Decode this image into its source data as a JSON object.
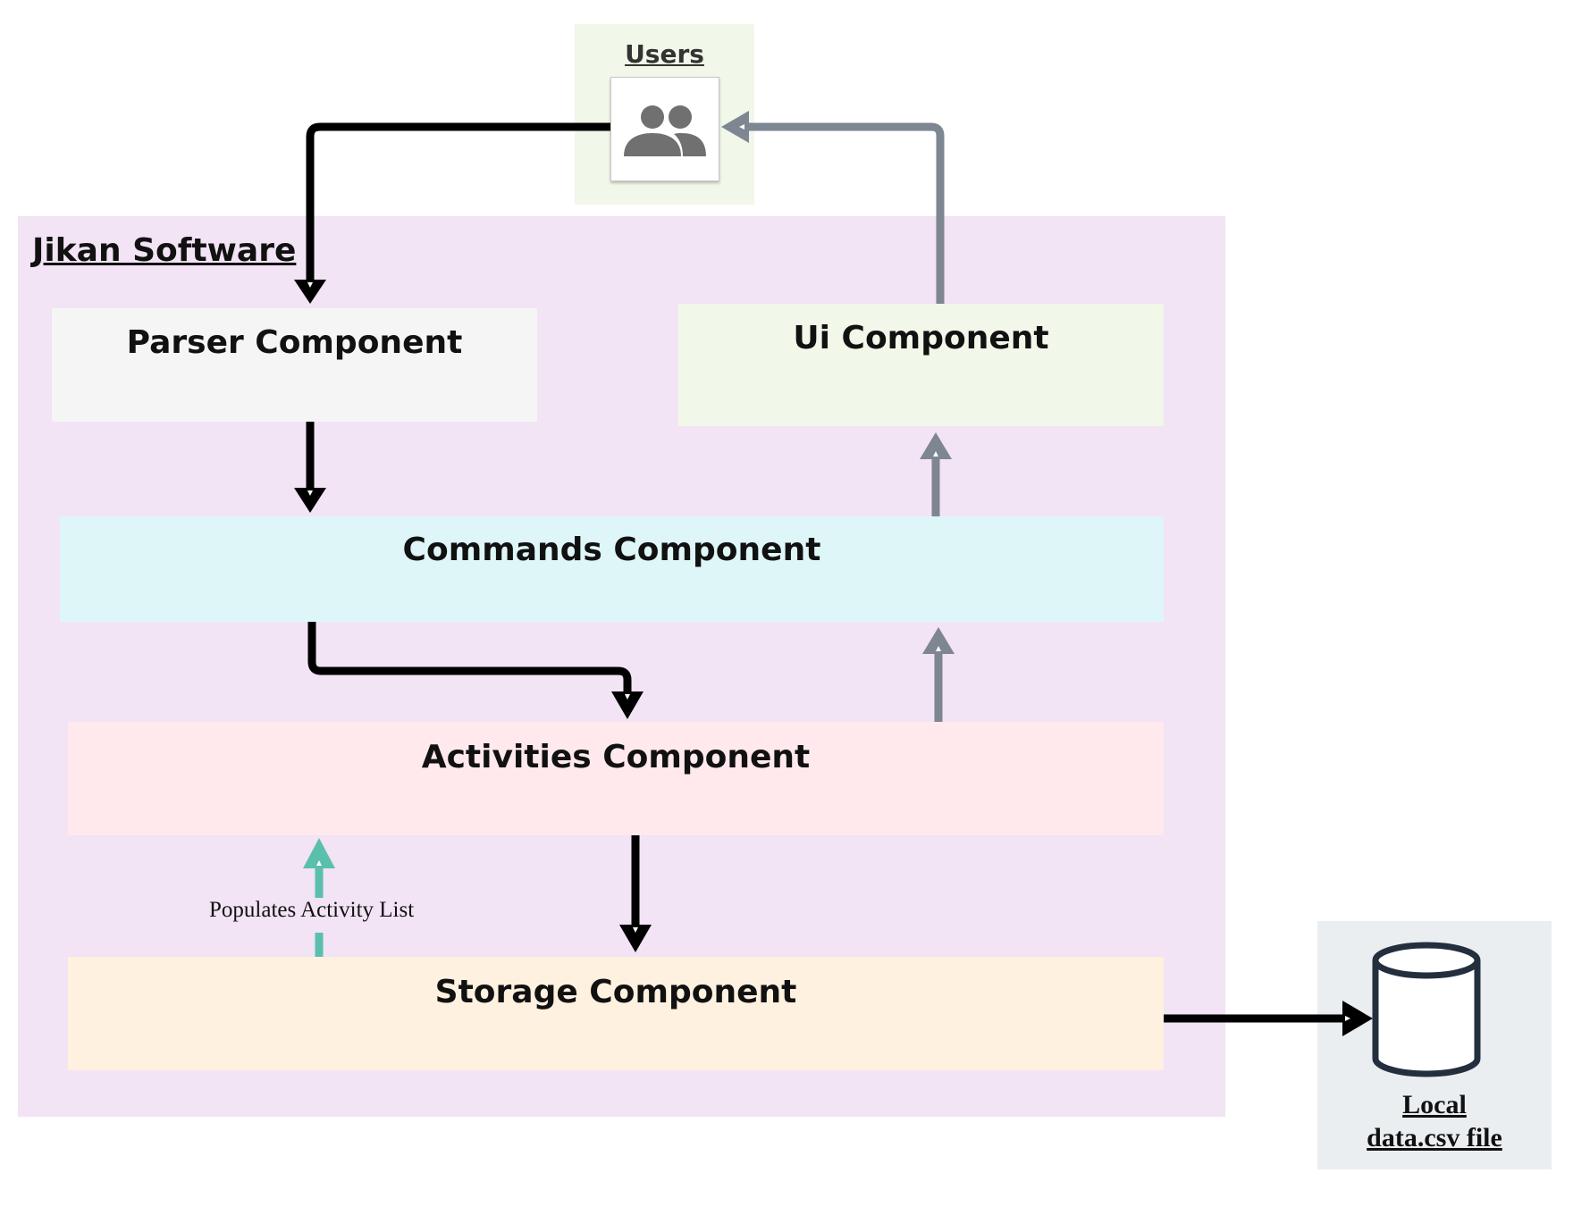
{
  "users": {
    "title": "Users",
    "icon": "users-group-icon"
  },
  "system": {
    "title": "Jikan Software"
  },
  "components": {
    "parser": "Parser Component",
    "ui": "Ui Component",
    "commands": "Commands Component",
    "activities": "Activities Component",
    "storage": "Storage Component"
  },
  "edge_labels": {
    "populates": "Populates Activity List"
  },
  "file": {
    "line1": "Local",
    "line2": "data.csv file",
    "icon": "database-cylinder-icon"
  },
  "colors": {
    "system_bg": "#f2e3f5",
    "users_bg": "#f1f7e9",
    "parser_bg": "#f5f5f5",
    "ui_bg": "#f1f7e9",
    "commands_bg": "#dff6f8",
    "activities_bg": "#ffe9ed",
    "storage_bg": "#fff1df",
    "file_bg": "#eaeef1",
    "black_arrow": "#000000",
    "gray_arrow": "#7d8691",
    "teal_arrow": "#5bbfad"
  }
}
